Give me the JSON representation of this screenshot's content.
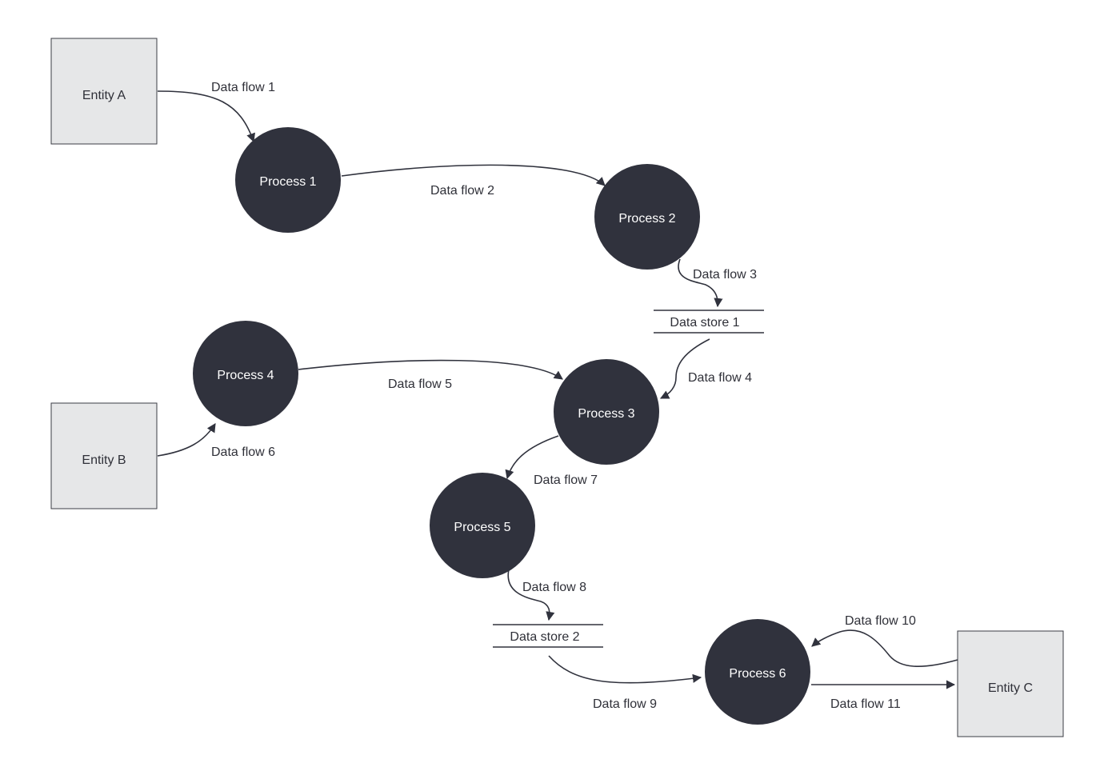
{
  "entities": {
    "a": "Entity A",
    "b": "Entity B",
    "c": "Entity C"
  },
  "processes": {
    "p1": "Process 1",
    "p2": "Process 2",
    "p3": "Process 3",
    "p4": "Process 4",
    "p5": "Process 5",
    "p6": "Process 6"
  },
  "stores": {
    "s1": "Data store 1",
    "s2": "Data store 2"
  },
  "flows": {
    "f1": "Data flow 1",
    "f2": "Data flow 2",
    "f3": "Data flow 3",
    "f4": "Data flow 4",
    "f5": "Data flow 5",
    "f6": "Data flow 6",
    "f7": "Data flow 7",
    "f8": "Data flow 8",
    "f9": "Data flow 9",
    "f10": "Data flow 10",
    "f11": "Data flow 11"
  },
  "colors": {
    "process_fill": "#30323d",
    "entity_fill": "#e6e7e8",
    "line": "#30323d",
    "text": "#2f3038"
  }
}
